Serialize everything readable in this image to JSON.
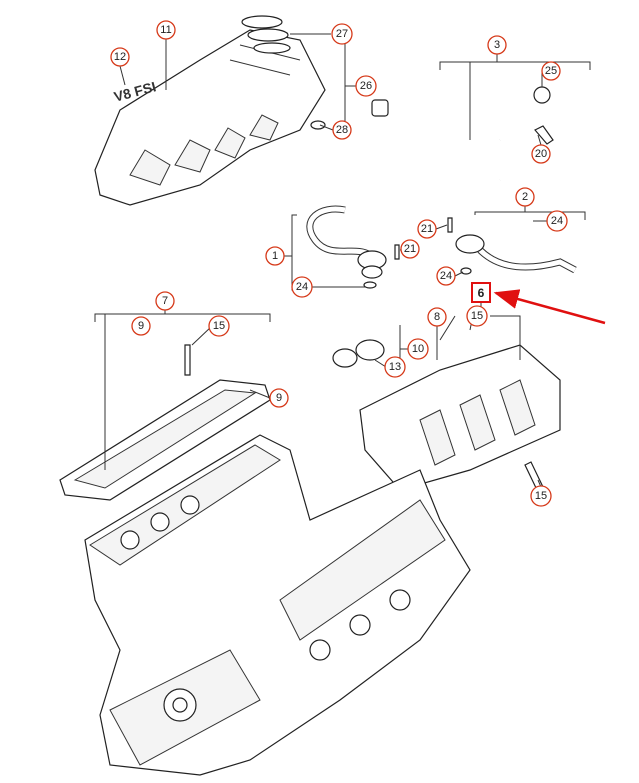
{
  "diagram": {
    "callouts": {
      "c11": "11",
      "c12": "12",
      "c27": "27",
      "c26": "26",
      "c28": "28",
      "c3": "3",
      "c25": "25",
      "c20": "20",
      "c2": "2",
      "c24a": "24",
      "c21a": "21",
      "c24b": "24",
      "c1": "1",
      "c21b": "21",
      "c24c": "24",
      "c6": "6",
      "c15a": "15",
      "c7": "7",
      "c9a": "9",
      "c15b": "15",
      "c9b": "9",
      "c8": "8",
      "c10": "10",
      "c13": "13",
      "c15c": "15"
    },
    "highlighted_part": "6",
    "accent_color": "#e01010",
    "callout_color": "#d63a1a"
  }
}
